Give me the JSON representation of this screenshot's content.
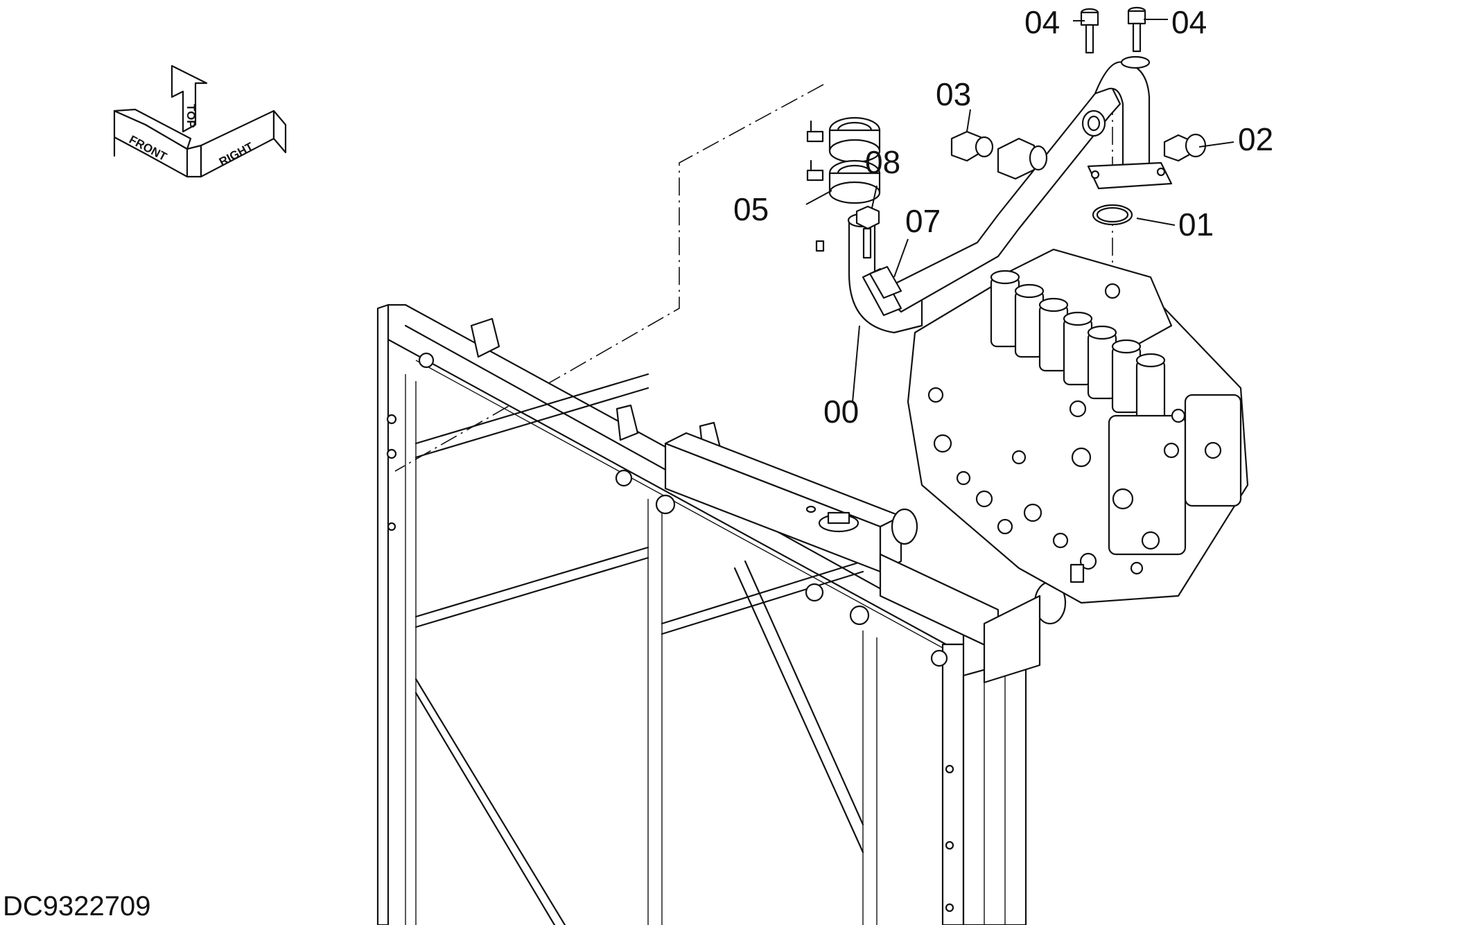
{
  "direction_indicator": {
    "front": "FRONT",
    "top": "TOP",
    "right": "RIGHT"
  },
  "callouts": {
    "c00": "00",
    "c01": "01",
    "c02": "02",
    "c03": "03",
    "c04a": "04",
    "c04b": "04",
    "c05": "05",
    "c07": "07",
    "c08": "08"
  },
  "drawing_code": "DC9322709"
}
